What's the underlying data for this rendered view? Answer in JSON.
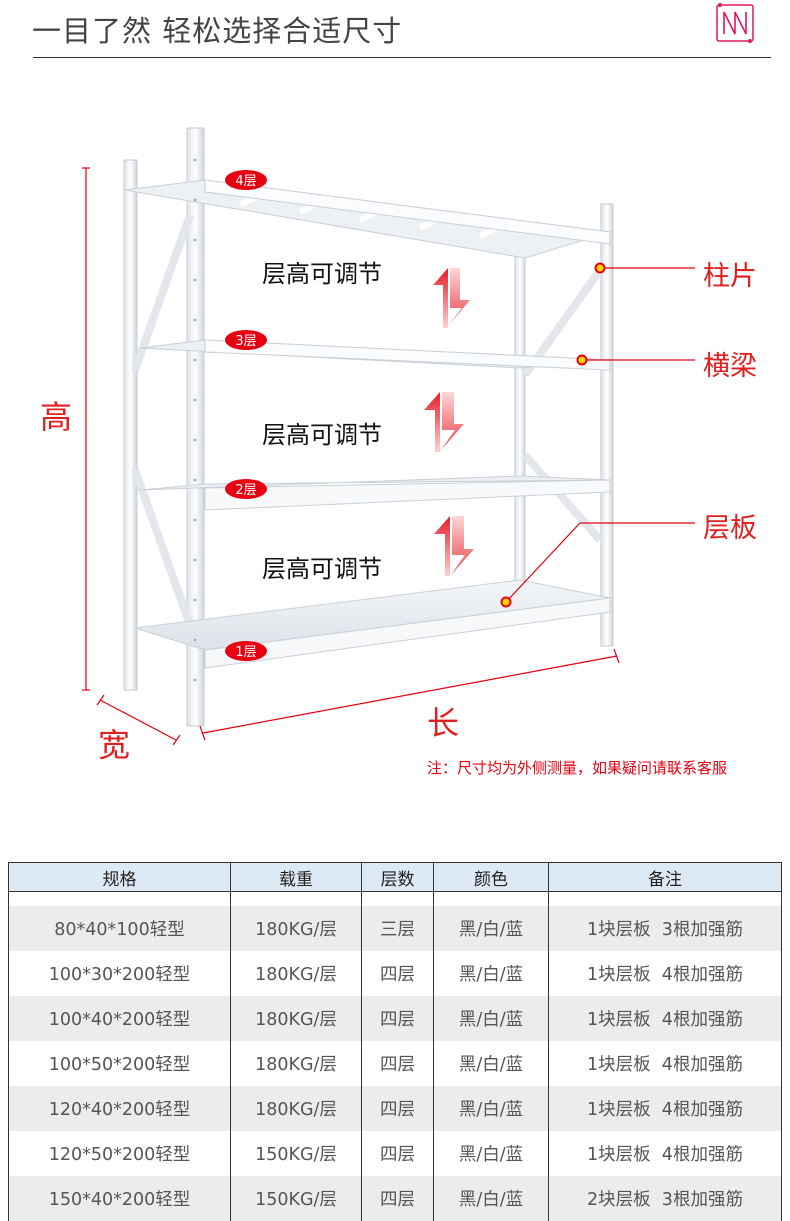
{
  "header": {
    "title": "一目了然 轻松选择合适尺寸",
    "logo_text": "N"
  },
  "diagram": {
    "layers": [
      "4层",
      "3层",
      "2层",
      "1层"
    ],
    "adjust_labels": [
      "层高可调节",
      "层高可调节",
      "层高可调节"
    ],
    "parts": [
      "柱片",
      "横梁",
      "层板"
    ],
    "dimensions": {
      "height": "高",
      "width": "宽",
      "length": "长"
    },
    "note": "注：尺寸均为外侧测量，如果疑问请联系客服"
  },
  "table": {
    "headers": [
      "规格",
      "载重",
      "层数",
      "颜色",
      "备注"
    ],
    "rows": [
      [
        "80*40*100轻型",
        "180KG/层",
        "三层",
        "黑/白/蓝",
        "1块层板  3根加强筋"
      ],
      [
        "100*30*200轻型",
        "180KG/层",
        "四层",
        "黑/白/蓝",
        "1块层板  4根加强筋"
      ],
      [
        "100*40*200轻型",
        "180KG/层",
        "四层",
        "黑/白/蓝",
        "1块层板  4根加强筋"
      ],
      [
        "100*50*200轻型",
        "180KG/层",
        "四层",
        "黑/白/蓝",
        "1块层板  4根加强筋"
      ],
      [
        "120*40*200轻型",
        "180KG/层",
        "四层",
        "黑/白/蓝",
        "1块层板  4根加强筋"
      ],
      [
        "120*50*200轻型",
        "150KG/层",
        "四层",
        "黑/白/蓝",
        "1块层板  4根加强筋"
      ],
      [
        "150*40*200轻型",
        "150KG/层",
        "四层",
        "黑/白/蓝",
        "2块层板  3根加强筋"
      ]
    ]
  },
  "colors": {
    "accent": "#e60012",
    "table_header_bg": "#dde9f4",
    "row_alt_bg": "#ececec"
  }
}
